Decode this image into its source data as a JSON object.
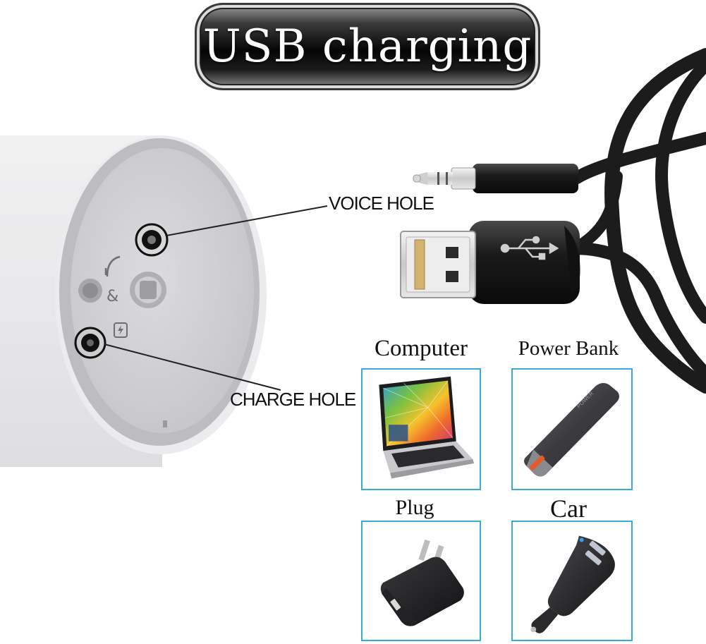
{
  "title": "USB charging",
  "callouts": {
    "voice_hole": "VOICE HOLE",
    "charge_hole": "CHARGE HOLE"
  },
  "devices": {
    "computer": "Computer",
    "power_bank": "Power Bank",
    "plug": "Plug",
    "car": "Car"
  },
  "colors": {
    "frame_border": "#39a9d6",
    "cable": "#1c1c1c",
    "device_body": "#e9e9ea"
  },
  "icons": {
    "usb_symbol": "usb-icon",
    "headphone_symbol": "headphone-icon",
    "charge_symbol": "lightning-icon"
  }
}
